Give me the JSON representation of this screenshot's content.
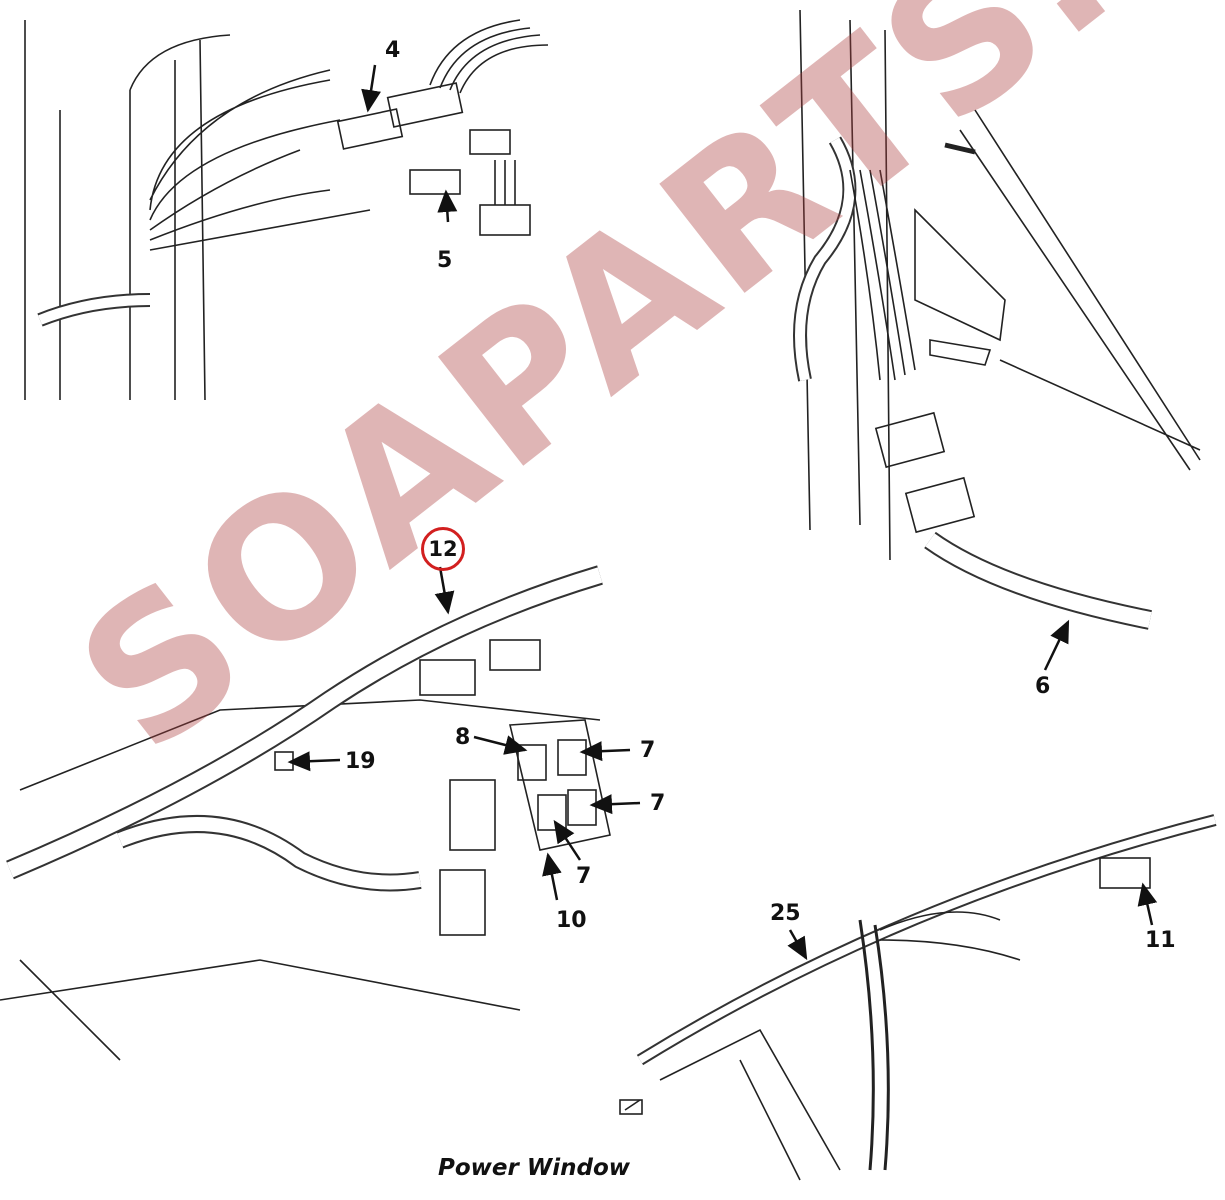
{
  "diagram": {
    "caption": "Power Window",
    "watermark": "SOAPARTS.COM",
    "highlight_color": "#d21f1f",
    "callouts": {
      "c4": "4",
      "c5": "5",
      "c12": "12",
      "c6": "6",
      "c8": "8",
      "c7a": "7",
      "c7b": "7",
      "c7c": "7",
      "c19": "19",
      "c10": "10",
      "c25": "25",
      "c11": "11"
    }
  }
}
